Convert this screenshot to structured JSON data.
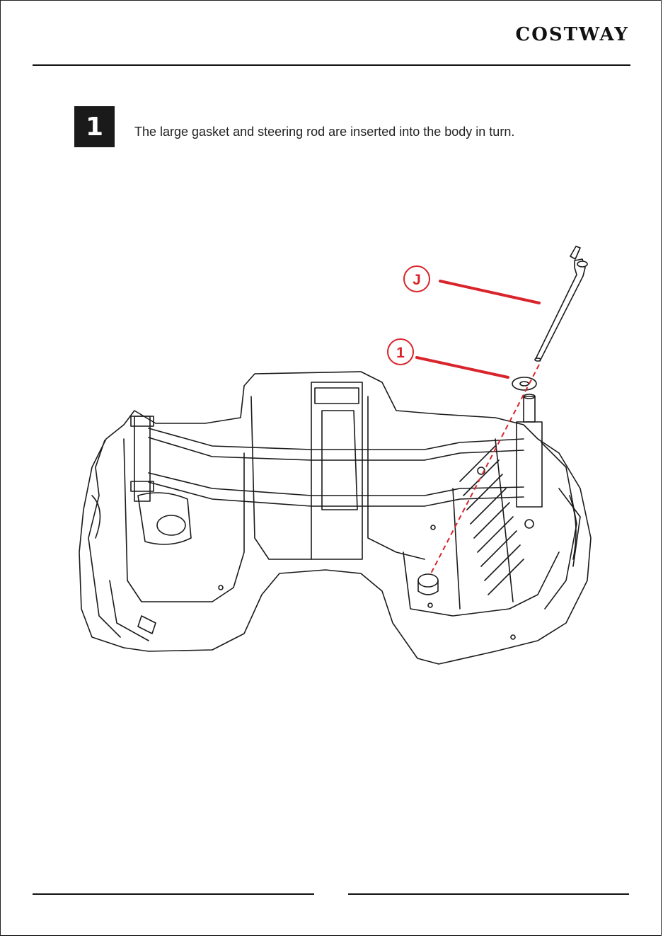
{
  "header": {
    "brand": "COSTWAY"
  },
  "step": {
    "number": "1",
    "instruction": "The large gasket and steering rod are inserted into the body in turn."
  },
  "diagram": {
    "callouts": [
      {
        "label": "J",
        "part": "steering-rod"
      },
      {
        "label": "1",
        "part": "large-gasket"
      }
    ],
    "colors": {
      "callout": "#d9242b",
      "line_art": "#1a1a1a",
      "guide_line": "#d9242b"
    }
  }
}
